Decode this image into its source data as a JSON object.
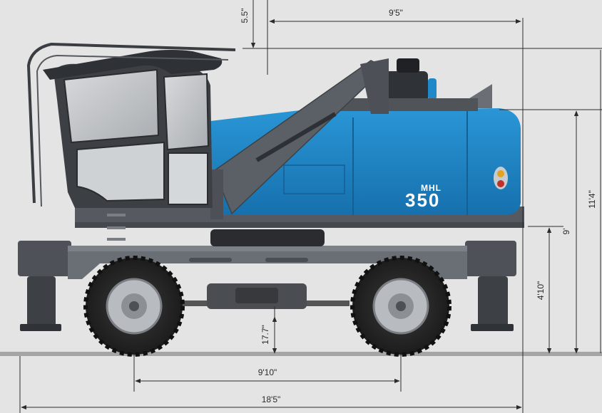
{
  "machine": {
    "model_tag": "MHL",
    "model_number": "350",
    "body_color": "#1e88c9",
    "frame_color": "#5b5f66",
    "tire_color": "#2a2a2a"
  },
  "dimensions": {
    "top_offset": "5.5\"",
    "boom_pivot_to_rear": "9'5\"",
    "total_height": "11'4\"",
    "counterweight_height": "9'",
    "frame_height": "4'10\"",
    "ground_clearance": "17.7\"",
    "wheelbase": "9'10\"",
    "overall_length": "18'5\""
  }
}
